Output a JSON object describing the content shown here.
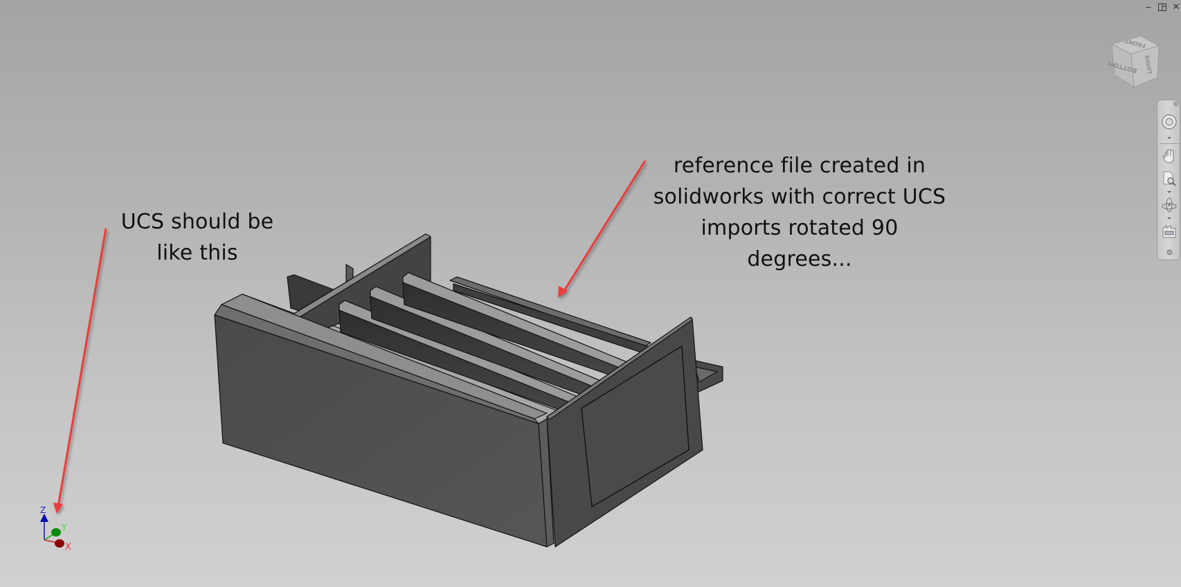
{
  "window": {
    "controls": {
      "minimize_icon": "minimize-icon",
      "restore_icon": "tile-restore-icon",
      "close_icon": "close-icon",
      "minimize_glyph": "‒",
      "close_glyph": "✕"
    }
  },
  "viewcube": {
    "faces": {
      "top": "FRONT",
      "left": "BOTTOM",
      "right": "RIGHT"
    }
  },
  "navigation_bar": {
    "items": [
      {
        "name": "steering-wheel",
        "icon": "steering-wheel-icon"
      },
      {
        "name": "pan",
        "icon": "hand-pan-icon"
      },
      {
        "name": "zoom",
        "icon": "zoom-page-icon"
      },
      {
        "name": "orbit",
        "icon": "orbit-icon"
      },
      {
        "name": "look-at",
        "icon": "look-at-icon"
      }
    ]
  },
  "annotations": {
    "left": {
      "lines": [
        "UCS should be",
        "like this"
      ]
    },
    "right": {
      "lines": [
        "reference file created in",
        "solidworks with correct UCS",
        "imports rotated 90",
        "degrees..."
      ]
    },
    "arrow_color": "#ee3b3b"
  },
  "ucs_icon": {
    "axes": [
      {
        "label": "Z",
        "color": "#0000cc"
      },
      {
        "label": "Y",
        "color": "#22cc22"
      },
      {
        "label": "X",
        "color": "#ee3333"
      }
    ]
  },
  "model": {
    "face_colors": {
      "front": "#505052",
      "side": "#48484a",
      "top_light": "#9a9a9c",
      "slot_dark": "#3a3a3c"
    }
  }
}
